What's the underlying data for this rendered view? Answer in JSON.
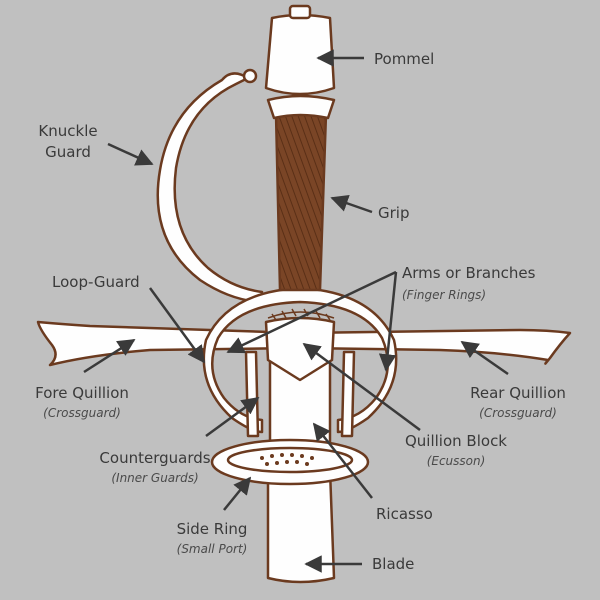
{
  "labels": {
    "pommel": "Pommel",
    "knuckle_guard_1": "Knuckle",
    "knuckle_guard_2": "Guard",
    "grip": "Grip",
    "loop_guard": "Loop-Guard",
    "arms": "Arms or Branches",
    "arms_sub": "(Finger Rings)",
    "fore_quillion": "Fore Quillion",
    "fore_quillion_sub": "(Crossguard)",
    "rear_quillion": "Rear Quillion",
    "rear_quillion_sub": "(Crossguard)",
    "counterguards": "Counterguards",
    "counterguards_sub": "(Inner Guards)",
    "quillion_block": "Quillion Block",
    "quillion_block_sub": "(Ecusson)",
    "ricasso": "Ricasso",
    "side_ring": "Side Ring",
    "side_ring_sub": "(Small Port)",
    "blade": "Blade"
  },
  "colors": {
    "background": "#c0c0c0",
    "fill": "#fefefe",
    "outline": "#6b3a1f",
    "grip": "#7a4526",
    "arrow": "#3a3a3a",
    "text": "#3a3a3a"
  }
}
